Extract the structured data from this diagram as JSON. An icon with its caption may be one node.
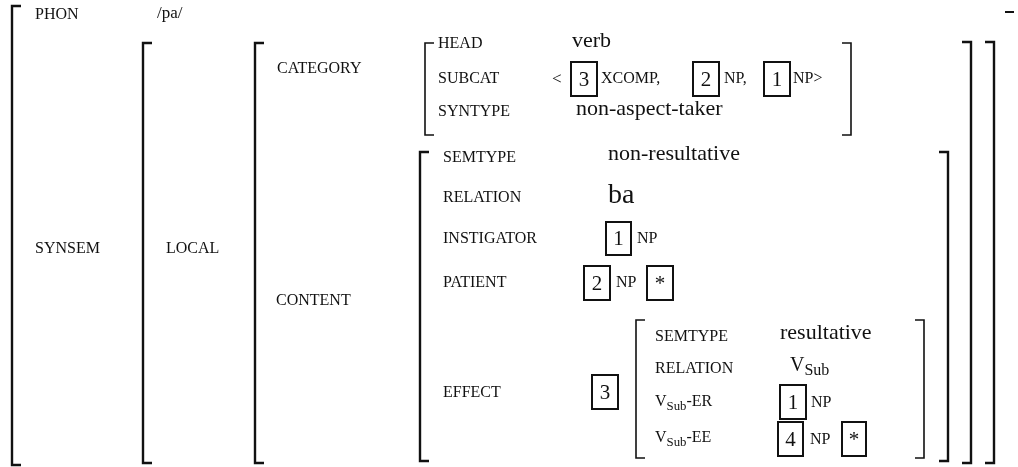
{
  "diagram": {
    "nodes": [
      {
        "text": [
          "3"
        ]
      },
      {
        "text": [
          "2"
        ]
      },
      {
        "text": [
          "1"
        ]
      },
      {
        "text": [
          "1"
        ]
      },
      {
        "text": [
          "2"
        ]
      },
      {
        "text": [
          "*"
        ]
      },
      {
        "text": [
          "3"
        ]
      },
      {
        "text": [
          "1"
        ]
      },
      {
        "text": [
          "4"
        ]
      },
      {
        "text": [
          "*"
        ]
      }
    ],
    "labels": [
      "PHON",
      "/pa/",
      "HEAD",
      "verb",
      "CATEGORY",
      "SUBCAT",
      "<",
      "XCOMP,",
      "NP,",
      "NP>",
      "SYNTYPE",
      "non-aspect-taker",
      "SEMTYPE",
      "non-resultative",
      "SYNSEM",
      "LOCAL",
      "RELATION",
      "ba",
      "INSTIGATOR",
      "NP",
      "PATIENT",
      "NP",
      "CONTENT",
      "SEMTYPE",
      "resultative",
      "RELATION",
      "V$_{Sub}$",
      "EFFECT",
      "V$_{Sub}$-ER",
      "NP",
      "V$_{Sub}$-EE",
      "NP"
    ]
  }
}
